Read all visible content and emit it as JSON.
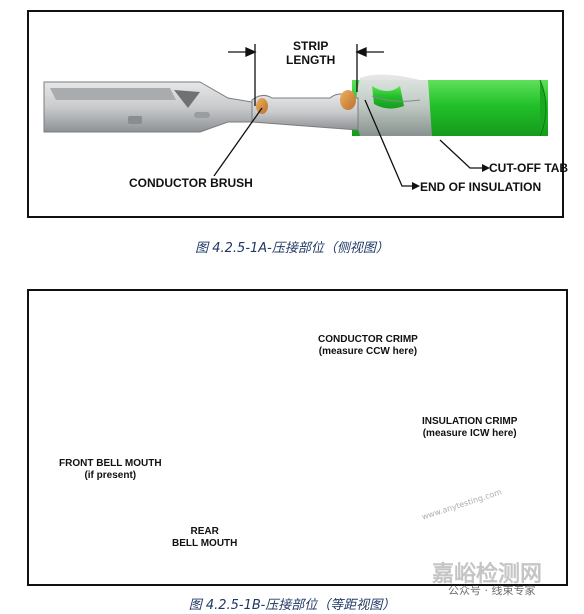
{
  "figure1": {
    "labels": {
      "strip_length": [
        "STRIP",
        "LENGTH"
      ],
      "conductor_brush": "CONDUCTOR BRUSH",
      "cut_off_tab": "CUT-OFF TAB",
      "end_of_insulation": "END OF INSULATION"
    },
    "caption": "图  4.2.5-1A-压接部位（侧视图）"
  },
  "figure2": {
    "labels": {
      "conductor_crimp": "CONDUCTOR CRIMP",
      "conductor_crimp_note": "(measure CCW here)",
      "insulation_crimp": "INSULATION CRIMP",
      "insulation_crimp_note": "(measure ICW here)",
      "front_bell_mouth": "FRONT BELL MOUTH",
      "front_bell_mouth_note": "(if present)",
      "rear_bell_mouth": [
        "REAR",
        "BELL MOUTH"
      ]
    },
    "caption": "图  4.2.5-1B-压接部位（等距视图）"
  },
  "watermark": {
    "main": "嘉峪检测网",
    "sub": "公众号 · 线束专家",
    "url": "www.anytesting.com"
  },
  "colors": {
    "wire_green": "#22c12a",
    "terminal_gray": "#c4c6c8",
    "copper": "#d4903c",
    "caption_blue": "#1f3864"
  }
}
